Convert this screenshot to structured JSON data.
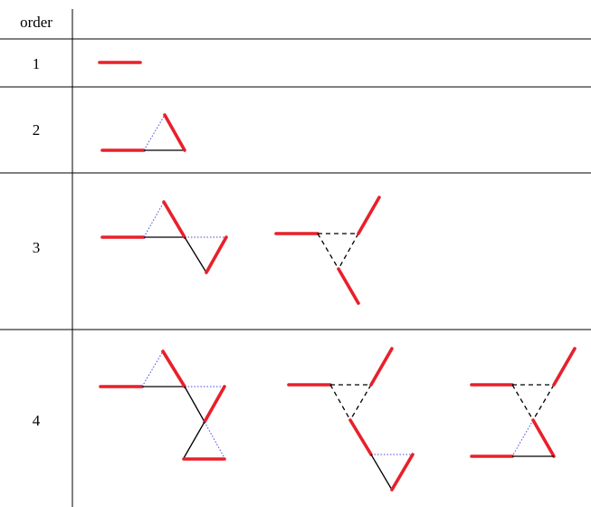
{
  "table": {
    "header": "order",
    "rows": [
      {
        "label": "1"
      },
      {
        "label": "2"
      },
      {
        "label": "3"
      },
      {
        "label": "4"
      }
    ]
  },
  "colors": {
    "highlight_edge": "#e8202a",
    "solid_edge": "#000000",
    "dashed_edge": "#000000",
    "dotted_edge": "#4a4adb"
  },
  "legend_semantics": [
    "red-thick",
    "black-solid",
    "black-dashed",
    "blue-dotted"
  ]
}
